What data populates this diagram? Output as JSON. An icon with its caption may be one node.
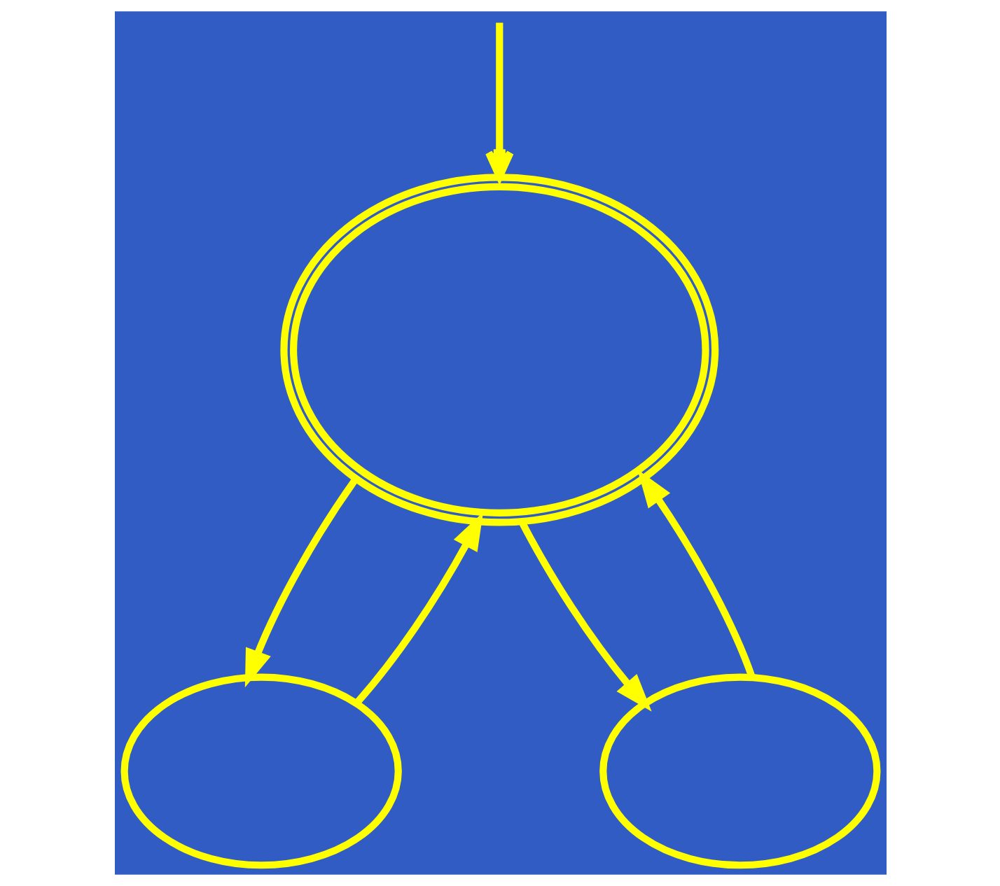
{
  "diagram": {
    "nodes": [
      {
        "text": [],
        "shape": "ellipse"
      },
      {
        "text": [],
        "shape": "ellipse"
      },
      {
        "text": [],
        "shape": "ellipse"
      }
    ],
    "edges": [
      {
        "from": null,
        "to": 0,
        "arrow": "to"
      },
      {
        "from": 0,
        "to": 1,
        "arrow": "to"
      },
      {
        "from": 0,
        "to": 2,
        "arrow": "to"
      },
      {
        "from": 1,
        "to": 0,
        "arrow": "to"
      },
      {
        "from": 2,
        "to": 0,
        "arrow": "to"
      }
    ]
  }
}
